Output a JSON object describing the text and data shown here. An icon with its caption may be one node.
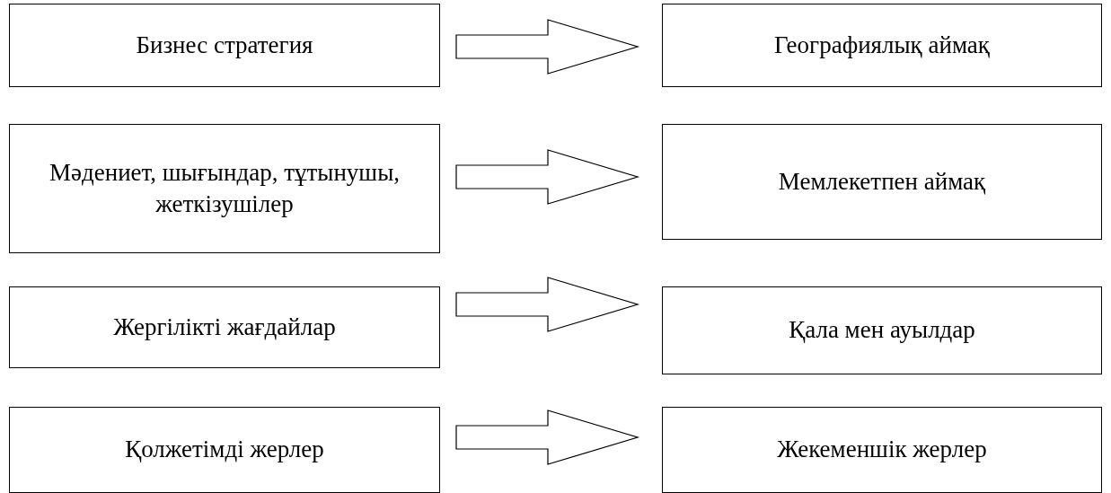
{
  "diagram": {
    "nodes": [
      {
        "text": [
          "Бизнес стратегия"
        ]
      },
      {
        "text": [
          "Географиялық аймақ"
        ]
      },
      {
        "text": [
          "Мәдениет, шығындар, тұтынушы, жеткізушілер"
        ]
      },
      {
        "text": [
          "Мемлекетпен аймақ"
        ]
      },
      {
        "text": [
          "Жергілікті жағдайлар"
        ]
      },
      {
        "text": [
          "Қала мен ауылдар"
        ]
      },
      {
        "text": [
          "Қолжетімді жерлер"
        ]
      },
      {
        "text": [
          "Жекеменшік жерлер"
        ]
      }
    ],
    "edges": [
      {
        "from": 0,
        "to": 1,
        "arrow": "to"
      },
      {
        "from": 2,
        "to": 3,
        "arrow": "to"
      },
      {
        "from": 4,
        "to": 5,
        "arrow": "to"
      },
      {
        "from": 6,
        "to": 7,
        "arrow": "to"
      }
    ]
  }
}
